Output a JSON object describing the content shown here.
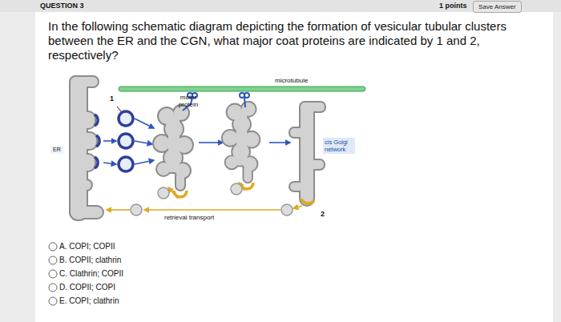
{
  "diagram": {
    "title": "QUESTION 3",
    "nodes": [
      {
        "text": [
          "Save Answer"
        ]
      }
    ],
    "labels": [
      "1 points",
      "In the following schematic diagram depicting the formation of vesicular tubular clusters between the ER and the CGN, what major coat proteins are indicated by 1 and 2, respectively?",
      "microtubule",
      "motor protein",
      "1",
      "ER",
      "cis Golgi network",
      "retrieval transport",
      "2",
      "A. COPI; COPII",
      "B. COPII; clathrin",
      "C. Clathrin; COPII",
      "D. COPII; COPI",
      "E. COPI; clathrin"
    ]
  }
}
